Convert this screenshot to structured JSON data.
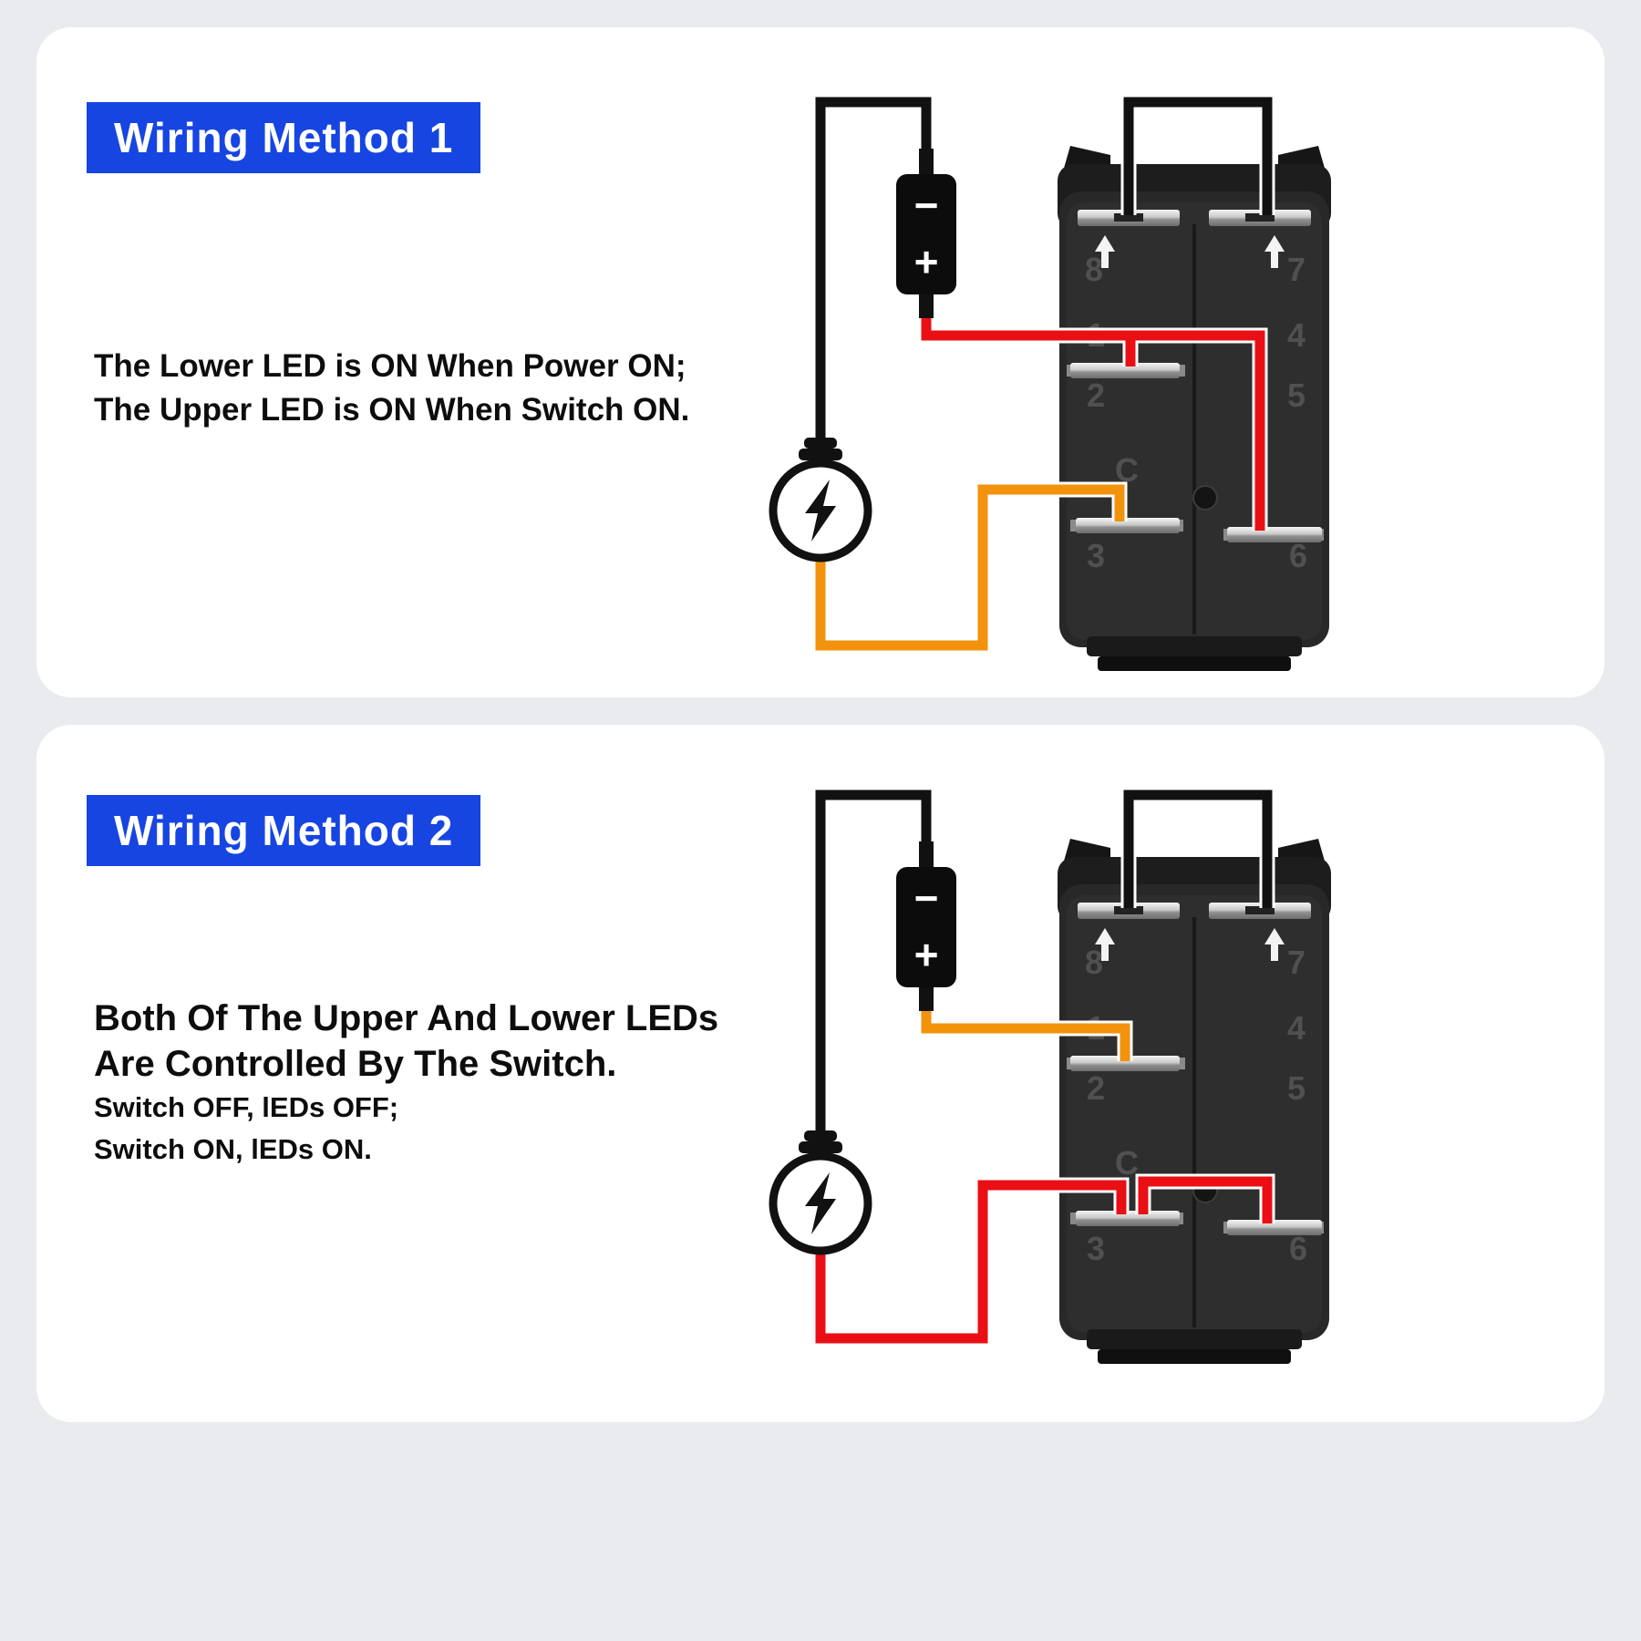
{
  "page": {
    "background": "#E9EBEE",
    "card_background": "#FFFFFF"
  },
  "colors": {
    "accent_blue": "#1745E1",
    "wire_black": "#111111",
    "wire_red": "#E90F14",
    "wire_orange": "#F2920D",
    "switch_body": "#282828",
    "terminal_metal": "#C9C9C9"
  },
  "method1": {
    "badge": "Wiring Method 1",
    "description_lines": [
      "The Lower LED is ON When Power ON;",
      "The Upper LED is ON When Switch ON."
    ]
  },
  "method2": {
    "badge": "Wiring Method 2",
    "description_lines_large": [
      "Both Of The Upper And Lower LEDs",
      "Are Controlled By The Switch."
    ],
    "description_lines_small": [
      "Switch OFF, lEDs OFF;",
      "Switch ON, lEDs ON."
    ]
  },
  "switchbox": {
    "terminals": {
      "t8": "8",
      "t7": "7",
      "t1": "1",
      "t4": "4",
      "t2": "2",
      "t5": "5",
      "tc": "C",
      "t3": "3",
      "t6": "6"
    }
  },
  "battery": {
    "minus": "−",
    "plus": "+"
  }
}
